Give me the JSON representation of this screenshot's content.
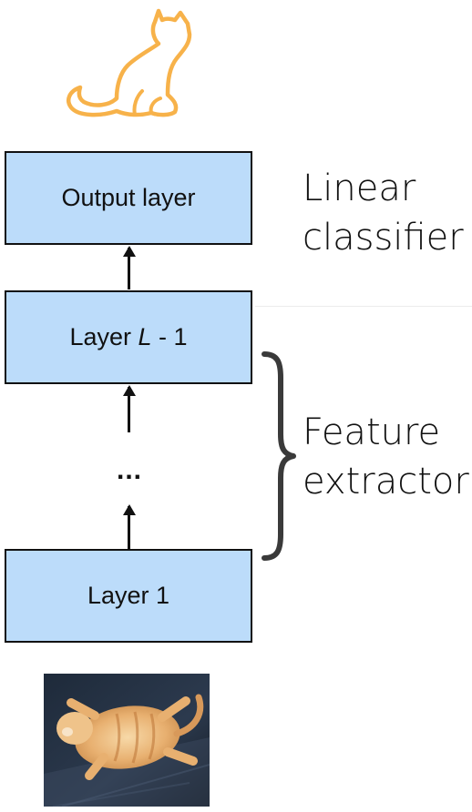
{
  "layers": {
    "output": "Output layer",
    "penultimate_prefix": "Layer ",
    "penultimate_var": "L",
    "penultimate_suffix": " - 1",
    "ellipsis": "...",
    "first": "Layer 1"
  },
  "labels": {
    "linear_classifier_line1": "Linear",
    "linear_classifier_line2": "classifier",
    "feature_extractor_line1": "Feature",
    "feature_extractor_line2": "extractor"
  },
  "icons": {
    "top": "cat-outline-icon",
    "bottom": "cat-photo"
  },
  "colors": {
    "box_fill": "#bcdcfa",
    "box_border": "#111111",
    "cat_outline": "#f7b24a"
  }
}
